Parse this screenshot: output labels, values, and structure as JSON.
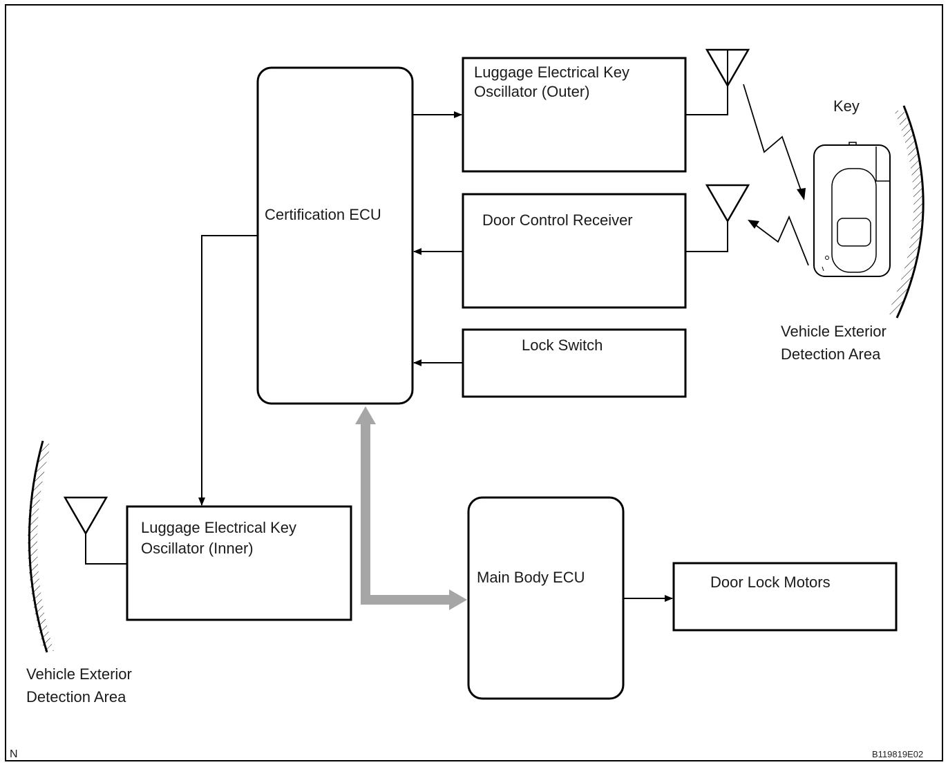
{
  "diagram": {
    "certification_ecu": "Certification ECU",
    "osc_outer": [
      "Luggage Electrical Key",
      "Oscillator (Outer)"
    ],
    "door_control_receiver": "Door Control Receiver",
    "lock_switch": "Lock Switch",
    "key": "Key",
    "exterior_right": [
      "Vehicle Exterior",
      "Detection Area"
    ],
    "osc_inner": [
      "Luggage Electrical Key",
      "Oscillator (Inner)"
    ],
    "main_body_ecu": "Main Body ECU",
    "door_lock_motors": "Door Lock Motors",
    "exterior_left": [
      "Vehicle Exterior",
      "Detection Area"
    ],
    "corner_mark": "N",
    "figure_code": "B119819E02"
  },
  "colors": {
    "line": "#000000",
    "bus_arrow": "#a6a6a6",
    "background": "#ffffff"
  }
}
